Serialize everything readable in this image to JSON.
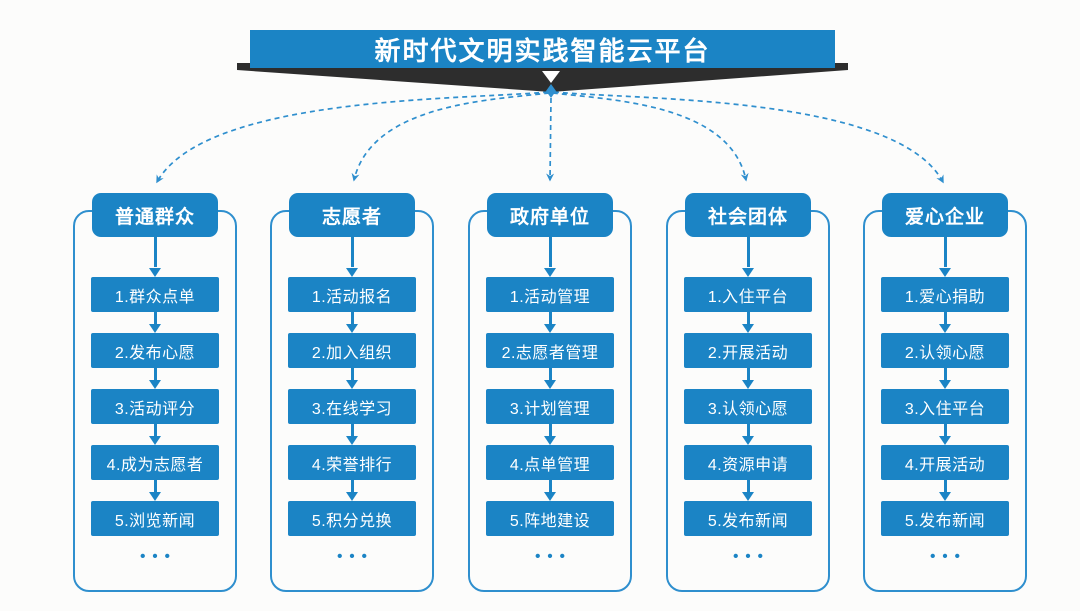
{
  "title": "新时代文明实践智能云平台",
  "colors": {
    "primary": "#1b84c5",
    "dash_line": "#2f8fce",
    "ribbon": "#2d2d2d",
    "background": "#fcfcfb",
    "text_on_primary": "#ffffff"
  },
  "columns": [
    {
      "header": "普通群众",
      "items": [
        "1.群众点单",
        "2.发布心愿",
        "3.活动评分",
        "4.成为志愿者",
        "5.浏览新闻"
      ],
      "ellipsis": "•••"
    },
    {
      "header": "志愿者",
      "items": [
        "1.活动报名",
        "2.加入组织",
        "3.在线学习",
        "4.荣誉排行",
        "5.积分兑换"
      ],
      "ellipsis": "•••"
    },
    {
      "header": "政府单位",
      "items": [
        "1.活动管理",
        "2.志愿者管理",
        "3.计划管理",
        "4.点单管理",
        "5.阵地建设"
      ],
      "ellipsis": "•••"
    },
    {
      "header": "社会团体",
      "items": [
        "1.入住平台",
        "2.开展活动",
        "3.认领心愿",
        "4.资源申请",
        "5.发布新闻"
      ],
      "ellipsis": "•••"
    },
    {
      "header": "爱心企业",
      "items": [
        "1.爱心捐助",
        "2.认领心愿",
        "3.入住平台",
        "4.开展活动",
        "5.发布新闻"
      ],
      "ellipsis": "•••"
    }
  ]
}
